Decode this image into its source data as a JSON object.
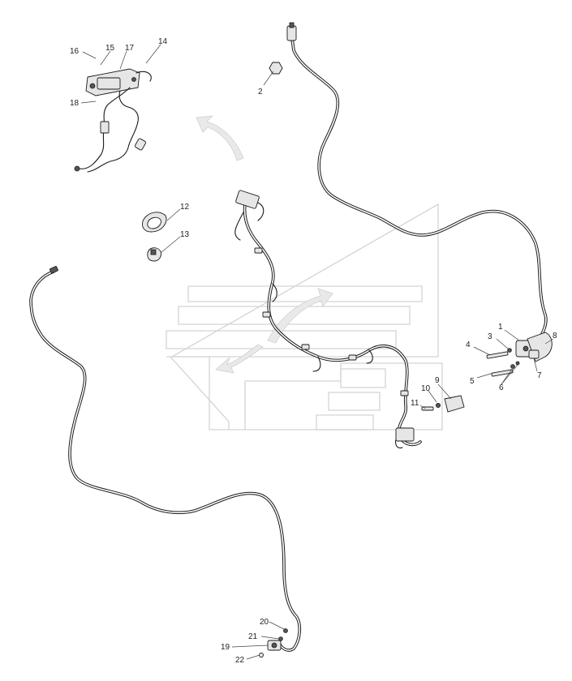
{
  "callouts": [
    {
      "id": "c1",
      "text": "1"
    },
    {
      "id": "c2",
      "text": "2"
    },
    {
      "id": "c3",
      "text": "3"
    },
    {
      "id": "c4",
      "text": "4"
    },
    {
      "id": "c5",
      "text": "5"
    },
    {
      "id": "c6",
      "text": "6"
    },
    {
      "id": "c7",
      "text": "7"
    },
    {
      "id": "c8",
      "text": "8"
    },
    {
      "id": "c9",
      "text": "9"
    },
    {
      "id": "c10",
      "text": "10"
    },
    {
      "id": "c11",
      "text": "11"
    },
    {
      "id": "c12",
      "text": "12"
    },
    {
      "id": "c13",
      "text": "13"
    },
    {
      "id": "c14",
      "text": "14"
    },
    {
      "id": "c15",
      "text": "15"
    },
    {
      "id": "c16",
      "text": "16"
    },
    {
      "id": "c17",
      "text": "17"
    },
    {
      "id": "c18",
      "text": "18"
    },
    {
      "id": "c19",
      "text": "19"
    },
    {
      "id": "c20",
      "text": "20"
    },
    {
      "id": "c21",
      "text": "21"
    },
    {
      "id": "c22",
      "text": "22"
    }
  ]
}
